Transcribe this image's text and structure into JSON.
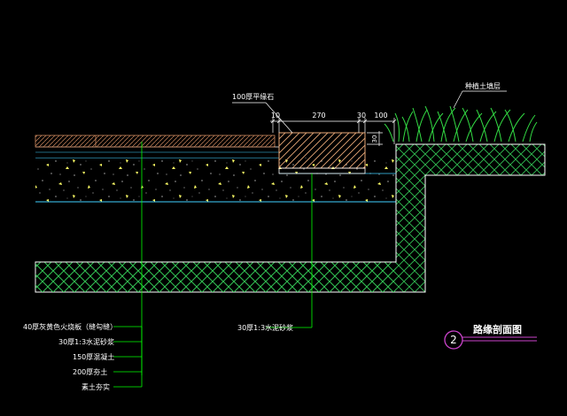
{
  "drawing": {
    "title": "路缘剖面图",
    "detail_number": "2",
    "callouts": {
      "curb_stone": "100厚平缘石",
      "planting_soil": "种植土填层",
      "curb_mortar": "30厚1:3水泥砂浆"
    },
    "layers": [
      "40厚灰黄色火烧板（缝勾缝）",
      "30厚1:3水泥砂浆",
      "150厚混凝土",
      "200厚夯土",
      "素土夯实"
    ],
    "dimensions": {
      "left_gap": "10",
      "curb_width": "270",
      "right_gap": "30",
      "planting_offset": "100",
      "curb_height": "30"
    }
  },
  "colors": {
    "background": "#000000",
    "linework": "#ffffff",
    "leader": "#00ff00",
    "curb_hatch": "#e8a878",
    "soil_hatch": "#2fb84f",
    "gravel": "#ffff66",
    "grass": "#33dd44",
    "title_circle": "#cc44cc",
    "cyan_line": "#3fd0ff"
  }
}
